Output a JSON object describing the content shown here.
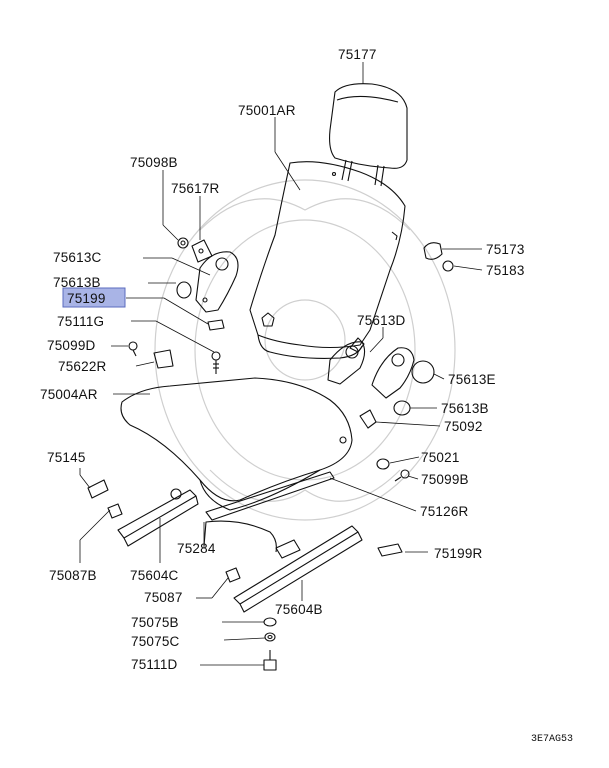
{
  "labels": {
    "p75177": "75177",
    "p75001AR": "75001AR",
    "p75098B": "75098B",
    "p75617R": "75617R",
    "p75613C": "75613C",
    "p75613B": "75613B",
    "p75199": "75199",
    "p75111G": "75111G",
    "p75099D": "75099D",
    "p75622R": "75622R",
    "p75004AR": "75004AR",
    "p75145": "75145",
    "p75087B": "75087B",
    "p75604C": "75604C",
    "p75284": "75284",
    "p75087": "75087",
    "p75075B": "75075B",
    "p75075C": "75075C",
    "p75111D": "75111D",
    "p75604B": "75604B",
    "p75199R": "75199R",
    "p75126R": "75126R",
    "p75099B": "75099B",
    "p75021": "75021",
    "p75092": "75092",
    "p75613B_right": "75613B",
    "p75613E": "75613E",
    "p75613D": "75613D",
    "p75183": "75183",
    "p75173": "75173"
  },
  "highlight": {
    "color": "#a9b4e6",
    "border": "#5b6bbf"
  },
  "diagram_code": "3E7AG53"
}
